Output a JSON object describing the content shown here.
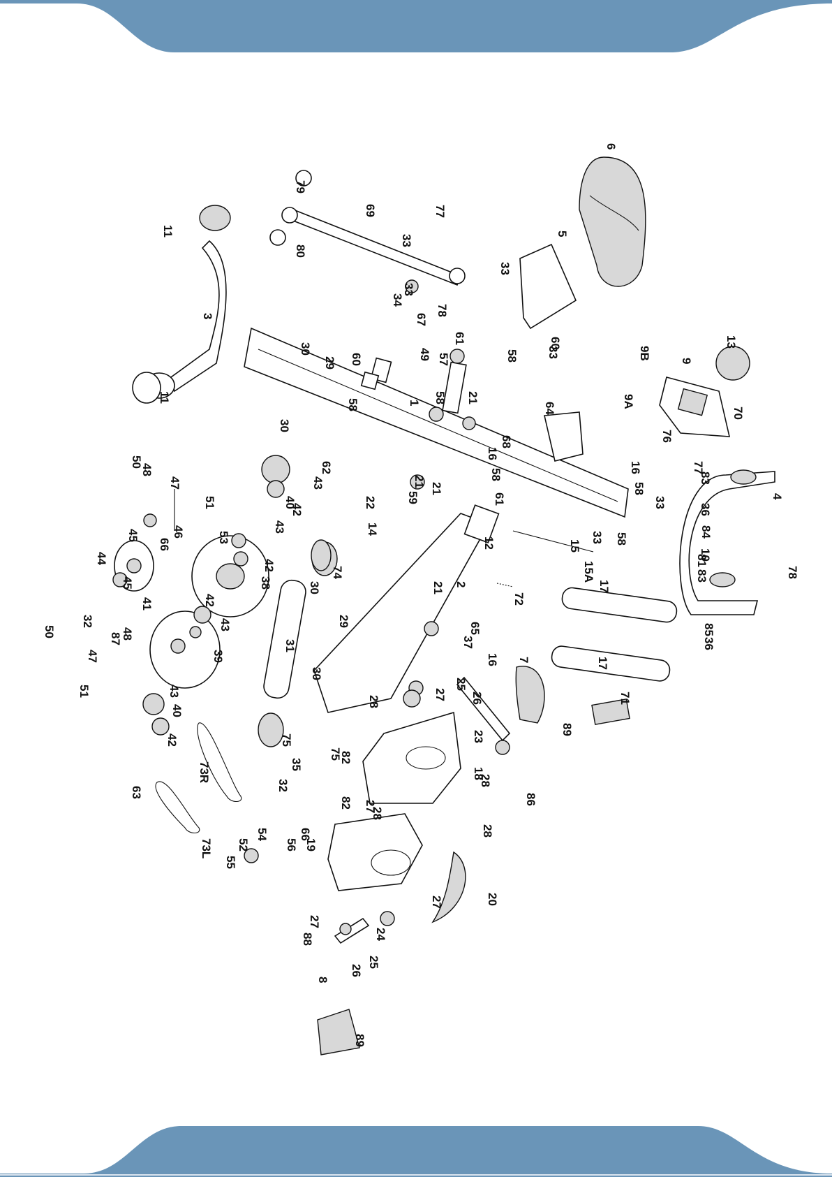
{
  "frame": {
    "band_color": "#6a95b8",
    "page_number": ""
  },
  "diagram": {
    "callouts": [
      "1",
      "2",
      "3",
      "4",
      "5",
      "6",
      "7",
      "8",
      "9",
      "9A",
      "9B",
      "10",
      "11",
      "11",
      "12",
      "13",
      "14",
      "15",
      "15A",
      "16",
      "16",
      "16",
      "17",
      "17",
      "18",
      "19",
      "20",
      "21",
      "21",
      "21",
      "21",
      "22",
      "23",
      "24",
      "25",
      "25",
      "26",
      "26",
      "27",
      "27",
      "27",
      "27",
      "28",
      "28",
      "28",
      "28",
      "29",
      "29",
      "30",
      "30",
      "30",
      "30",
      "31",
      "32",
      "32",
      "33",
      "33",
      "33",
      "33",
      "33",
      "33",
      "34",
      "35",
      "36",
      "36",
      "37",
      "38",
      "39",
      "40",
      "40",
      "41",
      "42",
      "42",
      "42",
      "42",
      "43",
      "43",
      "43",
      "43",
      "44",
      "45",
      "45",
      "46",
      "47",
      "47",
      "48",
      "48",
      "49",
      "50",
      "50",
      "51",
      "51",
      "52",
      "53",
      "54",
      "55",
      "56",
      "57",
      "58",
      "58",
      "58",
      "58",
      "58",
      "58",
      "59",
      "60",
      "60",
      "61",
      "61",
      "62",
      "63",
      "64",
      "65",
      "66",
      "66",
      "67",
      "68",
      "69",
      "70",
      "71",
      "72",
      "73L",
      "73R",
      "74",
      "75",
      "75",
      "76",
      "77",
      "77",
      "78",
      "78",
      "79",
      "80",
      "81",
      "82",
      "82",
      "83",
      "83",
      "84",
      "85",
      "86",
      "87",
      "88",
      "89",
      "89"
    ]
  }
}
